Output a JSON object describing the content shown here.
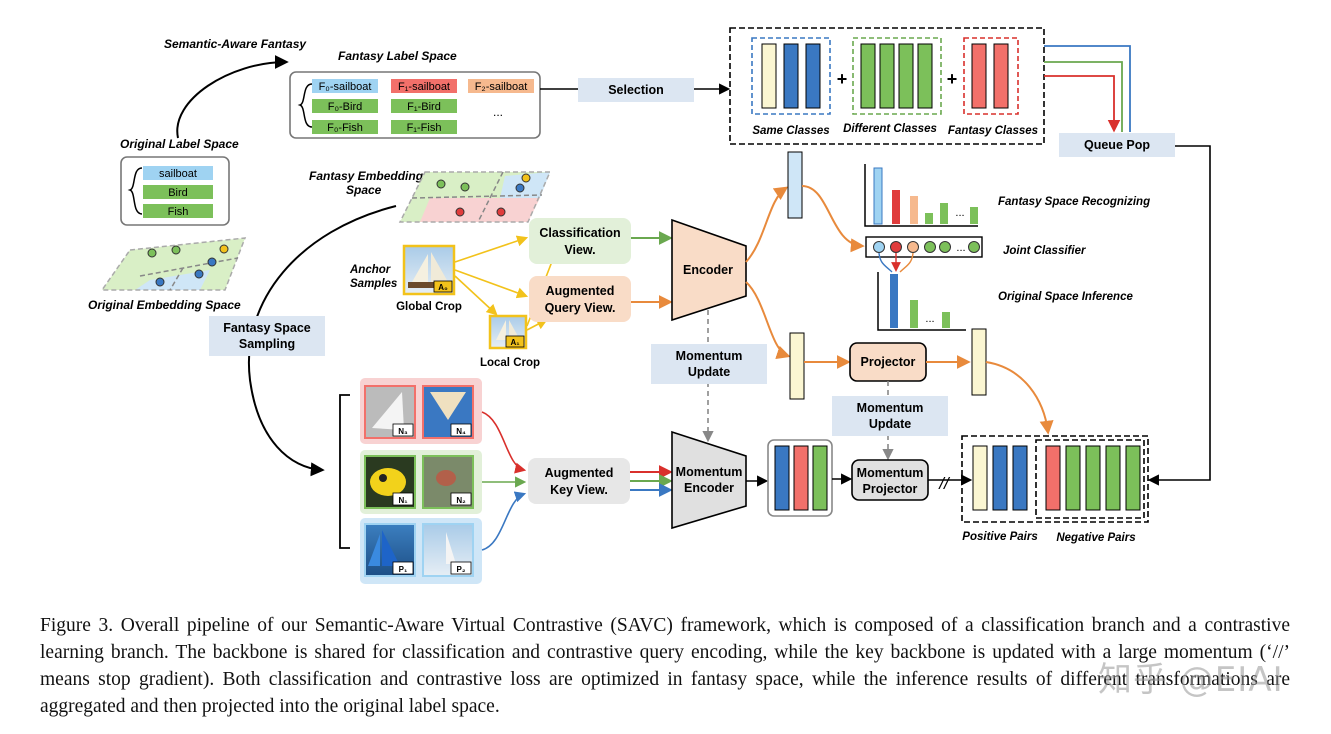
{
  "labels": {
    "semantic_aware_fantasy": "Semantic-Aware Fantasy",
    "fantasy_label_space": "Fantasy Label Space",
    "original_label_space": "Original Label Space",
    "fantasy_embedding_space_1": "Fantasy Embedding",
    "fantasy_embedding_space_2": "Space",
    "original_embedding_space": "Original Embedding Space",
    "anchor_samples_1": "Anchor",
    "anchor_samples_2": "Samples",
    "global_crop": "Global Crop",
    "local_crop": "Local Crop",
    "same_classes": "Same Classes",
    "different_classes": "Different Classes",
    "fantasy_classes": "Fantasy Classes",
    "fantasy_space_recognizing": "Fantasy Space Recognizing",
    "joint_classifier": "Joint Classifier",
    "original_space_inference": "Original Space Inference",
    "positive_pairs": "Positive Pairs",
    "negative_pairs": "Negative Pairs",
    "plus": "+",
    "ellipsis": "...",
    "stop_gradient": "//"
  },
  "fantasy_labels": {
    "f0_sailboat": "F₀-sailboat",
    "f1_sailboat": "F₁-sailboat",
    "f2_sailboat": "F₂-sailboat",
    "f0_bird": "F₀-Bird",
    "f1_bird": "F₁-Bird",
    "f0_fish": "F₀-Fish",
    "f1_fish": "F₁-Fish",
    "more": "..."
  },
  "original_labels": {
    "sailboat": "sailboat",
    "bird": "Bird",
    "fish": "Fish"
  },
  "boxes": {
    "selection": "Selection",
    "queue_pop": "Queue Pop",
    "fantasy_space_sampling_1": "Fantasy Space",
    "fantasy_space_sampling_2": "Sampling",
    "classification_view_1": "Classification",
    "classification_view_2": "View.",
    "augmented_query_view_1": "Augmented",
    "augmented_query_view_2": "Query View.",
    "augmented_key_view_1": "Augmented",
    "augmented_key_view_2": "Key View.",
    "encoder": "Encoder",
    "momentum_encoder_1": "Momentum",
    "momentum_encoder_2": "Encoder",
    "momentum_update_1": "Momentum",
    "momentum_update_2": "Update",
    "projector": "Projector",
    "momentum_projector_1": "Momentum",
    "momentum_projector_2": "Projector"
  },
  "image_tags": {
    "a0": "A₀",
    "a1": "A₁",
    "n1": "N₁",
    "n2": "N₂",
    "n3": "N₃",
    "n4": "N₄",
    "p1": "P₁",
    "p2": "P₂"
  },
  "caption": "Figure 3. Overall pipeline of our Semantic-Aware Virtual Contrastive (SAVC) framework, which is composed of a classification branch and a contrastive learning branch. The backbone is shared for classification and contrastive query encoding, while the key backbone is updated with a large momentum (‘//’ means stop gradient). Both classification and contrastive loss are optimized in fantasy space, while the inference results of different transformations are aggregated and then projected into the original label space.",
  "watermark": "知乎 @EIAI",
  "colors": {
    "blue": "#3a78c2",
    "red": "#e03c3c",
    "green": "#7cc05a",
    "cream": "#fbf6d2",
    "orange": "#e88a3c",
    "peach": "#f9dcc7",
    "lightblue_box": "#dce6f2",
    "lightgreen_box": "#e2f0d9",
    "skyblue": "#9fd3f2"
  }
}
